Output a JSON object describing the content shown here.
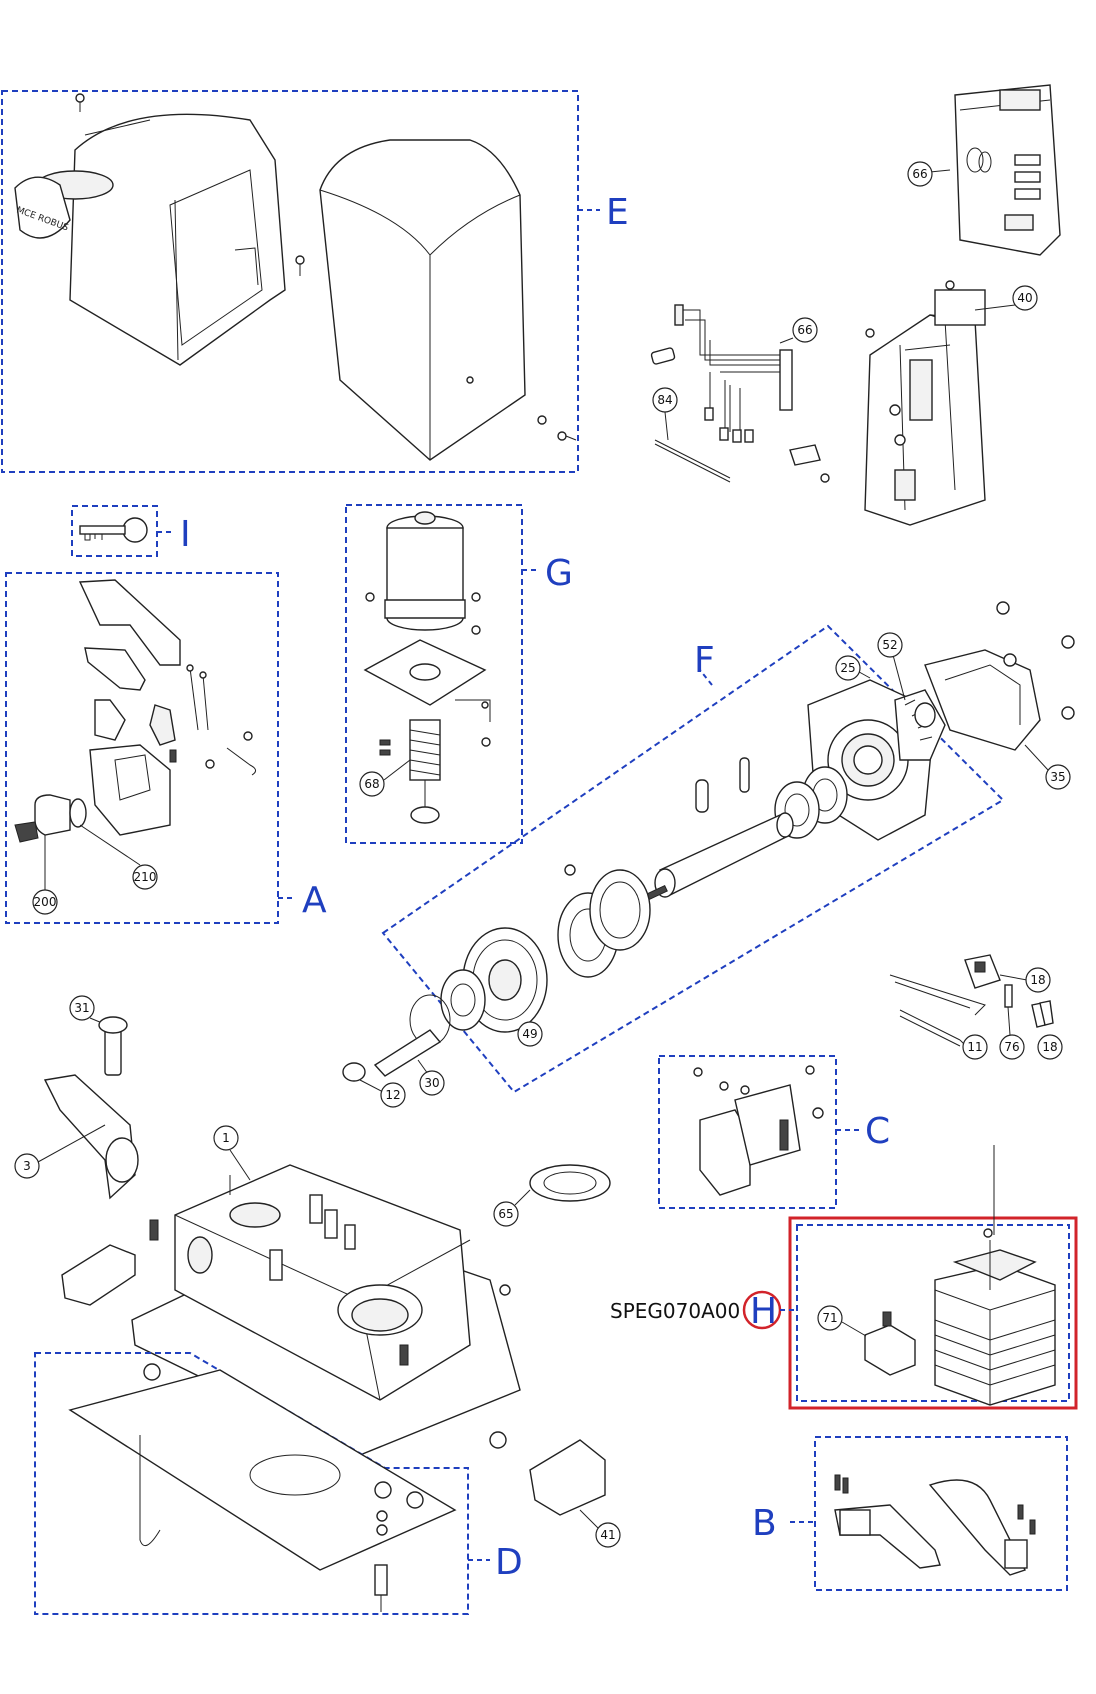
{
  "groups": [
    {
      "key": "A",
      "label": "A",
      "color": "#1f3fbf"
    },
    {
      "key": "B",
      "label": "B",
      "color": "#1f3fbf"
    },
    {
      "key": "C",
      "label": "C",
      "color": "#1f3fbf"
    },
    {
      "key": "D",
      "label": "D",
      "color": "#1f3fbf"
    },
    {
      "key": "E",
      "label": "E",
      "color": "#1f3fbf"
    },
    {
      "key": "F",
      "label": "F",
      "color": "#1f3fbf"
    },
    {
      "key": "G",
      "label": "G",
      "color": "#1f3fbf"
    },
    {
      "key": "H",
      "label": "H",
      "color": "#d2232a"
    },
    {
      "key": "I",
      "label": "I",
      "color": "#1f3fbf"
    }
  ],
  "highlight": {
    "group": "H",
    "code": "SPEG070A00",
    "color": "#d2232a"
  },
  "callouts": [
    "66",
    "66",
    "84",
    "40",
    "68",
    "52",
    "25",
    "35",
    "210",
    "200",
    "18",
    "11",
    "76",
    "18",
    "49",
    "12",
    "30",
    "31",
    "3",
    "1",
    "65",
    "71",
    "41"
  ],
  "cover_text": "MCE ROBUS"
}
